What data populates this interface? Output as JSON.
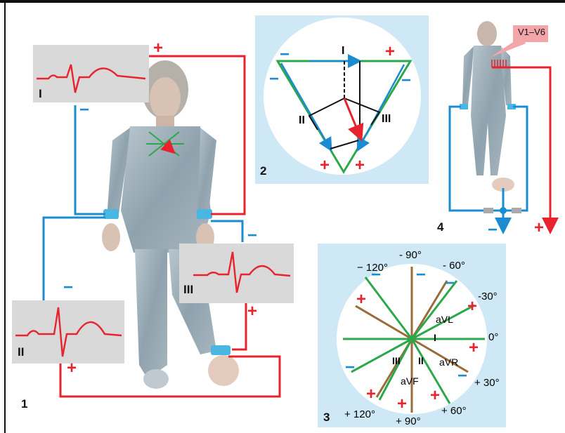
{
  "panels": {
    "p1": {
      "number": "1"
    },
    "p2": {
      "number": "2"
    },
    "p3": {
      "number": "3"
    },
    "p4": {
      "number": "4"
    }
  },
  "ecg_labels": {
    "lead_I": "I",
    "lead_II": "II",
    "lead_III": "III"
  },
  "signs": {
    "plus": "+",
    "minus": "−"
  },
  "triangle_labels": {
    "I": "I",
    "II": "II",
    "III": "III"
  },
  "hexaxial": {
    "angles": [
      "− 120°",
      "- 90°",
      "- 60°",
      "-30°",
      "0°",
      "+ 30°",
      "+ 60°",
      "+ 90°",
      "+ 120°"
    ],
    "leads": {
      "aVL": "aVL",
      "I": "I",
      "aVR": "aVR",
      "aVF": "aVF",
      "III": "III",
      "II": "II"
    }
  },
  "chest_leads_label": "V1–V6",
  "colors": {
    "positive": "#e8232d",
    "negative": "#1a8ccf",
    "panel_bg": "#cfe8f6",
    "ecg_bg": "#d9d9d9",
    "green_axis": "#2aa84a",
    "brown_axis": "#9b6b3a"
  }
}
